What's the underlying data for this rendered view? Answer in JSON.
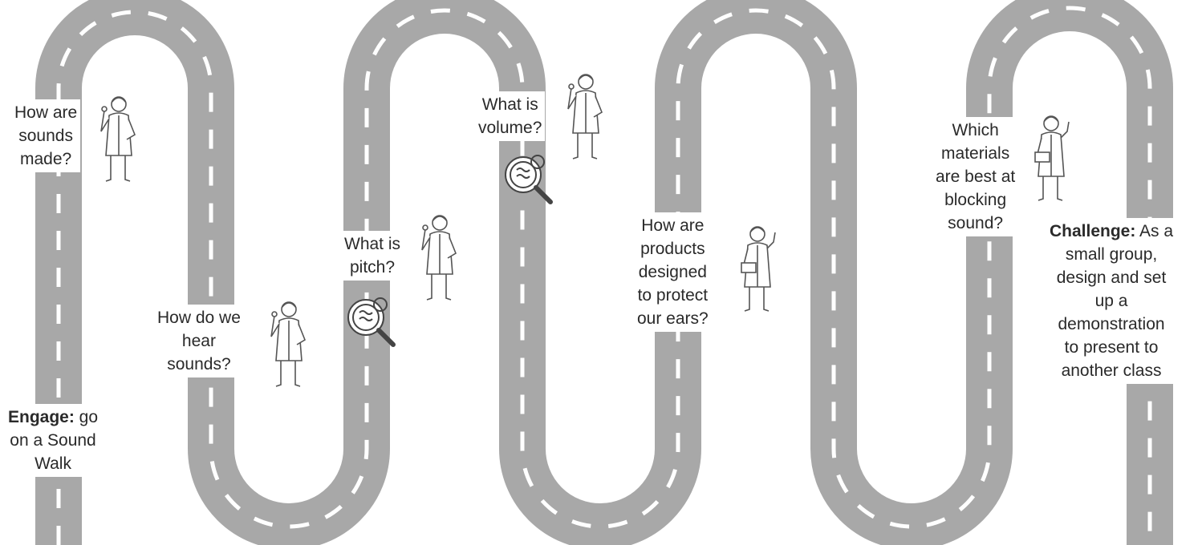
{
  "colors": {
    "road": "#a8a8a8",
    "dash": "#ffffff",
    "ink": "#2a2a2a",
    "background": "#ffffff"
  },
  "labels": {
    "q1": {
      "lines": [
        "How are",
        "sounds",
        "made?"
      ]
    },
    "q2": {
      "lines": [
        "How do we",
        "hear",
        "sounds?"
      ]
    },
    "q3": {
      "lines": [
        "What is",
        "pitch?"
      ]
    },
    "q4": {
      "lines": [
        "What is",
        "volume?"
      ]
    },
    "q5": {
      "lines": [
        "How are",
        "products",
        "designed",
        "to protect",
        "our ears?"
      ]
    },
    "q6": {
      "lines": [
        "Which",
        "materials",
        "are best at",
        "blocking",
        "sound?"
      ]
    },
    "engage": {
      "bold": "Engage:",
      "rest": " go",
      "lines": [
        "on a Sound",
        "Walk"
      ]
    },
    "challenge": {
      "bold": "Challenge:",
      "rest": " As a",
      "lines": [
        "small group,",
        "design and set",
        "up a",
        "demonstration",
        "to present to",
        "another class"
      ]
    }
  },
  "icons": {
    "scientist": "scientist-figure-icon",
    "magnifier": "magnifying-glass-icon"
  }
}
